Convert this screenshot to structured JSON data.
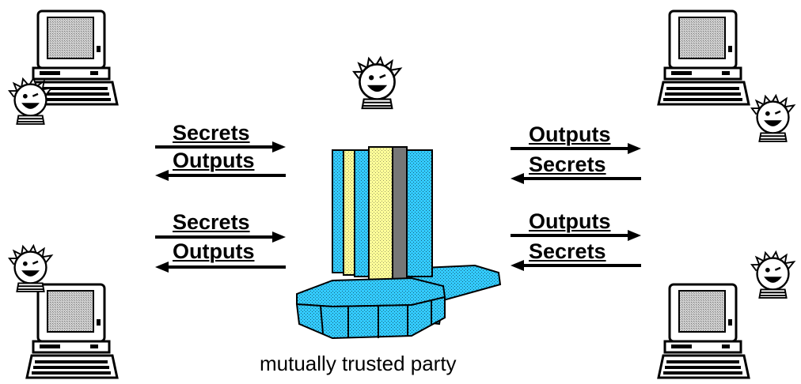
{
  "diagram": {
    "caption": "mutually trusted party",
    "left_top": {
      "upper": "Secrets",
      "lower": "Outputs"
    },
    "left_bottom": {
      "upper": "Secrets",
      "lower": "Outputs"
    },
    "right_top": {
      "upper": "Outputs",
      "lower": "Secrets"
    },
    "right_bottom": {
      "upper": "Outputs",
      "lower": "Secrets"
    }
  },
  "colors": {
    "server_blue": "#33ccff",
    "server_yellow": "#ffff99",
    "server_gray": "#777777",
    "screen_gray": "#bdbdbd",
    "ink": "#000000"
  },
  "icons": [
    "computer-icon",
    "cartoon-person-icon",
    "server-icon",
    "arrow-icon"
  ]
}
